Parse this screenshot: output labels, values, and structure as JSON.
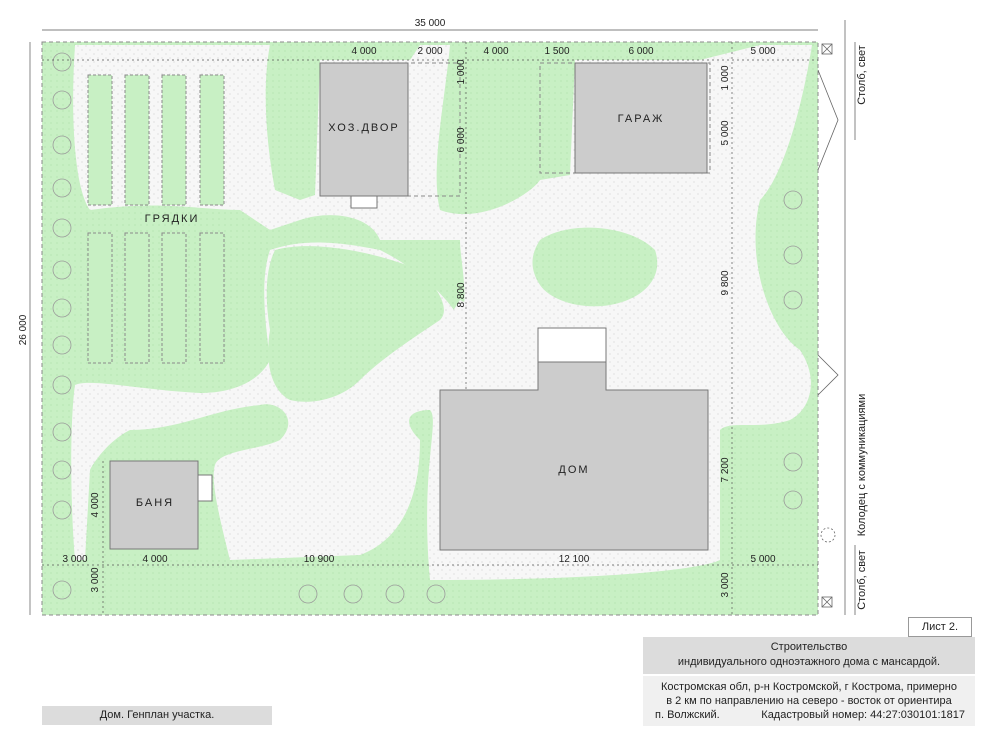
{
  "colors": {
    "lawn": "#c8f0c4",
    "path": "#f7f7f7",
    "building": "#cccccc",
    "bed": "#c8f0c4",
    "stroke": "#8a8a8a",
    "title_bg": "#dcdcdc"
  },
  "dimensions": {
    "top_total": "35 000",
    "left_total": "26 000",
    "top_row": [
      "4 000",
      "2 000",
      "4 000",
      "1 500",
      "6 000",
      "5 000"
    ],
    "vertical": [
      "1 000",
      "6 000",
      "1 000",
      "5 000",
      "8 800",
      "9 800",
      "7 200",
      "4 000",
      "3 000",
      "3 000"
    ],
    "bottom_row": [
      "3 000",
      "4 000",
      "10 900",
      "12 100",
      "5 000"
    ]
  },
  "buildings": {
    "barn": "ХОЗ.ДВОР",
    "garage": "ГАРАЖ",
    "house": "ДОМ",
    "bathhouse": "БАНЯ"
  },
  "garden_beds_label": "ГРЯДКИ",
  "utility": {
    "pole_top": "Столб, свет",
    "well": "Колодец с коммуникациями",
    "pole_bottom": "Столб, свет"
  },
  "title_block": {
    "sheet": "Лист 2.",
    "title_line1": "Строительство",
    "title_line2": "индивидуального одноэтажного дома с мансардой.",
    "address_line1": "Костромская обл, р-н Костромской, г Кострома, примерно",
    "address_line2": "в 2 км по направлению на северо - восток от ориентира",
    "address_line3a": "п. Волжский.",
    "address_line3b": "Кадастровый номер: 44:27:030101:1817",
    "sheet_name": "Дом. Генплан участка."
  }
}
